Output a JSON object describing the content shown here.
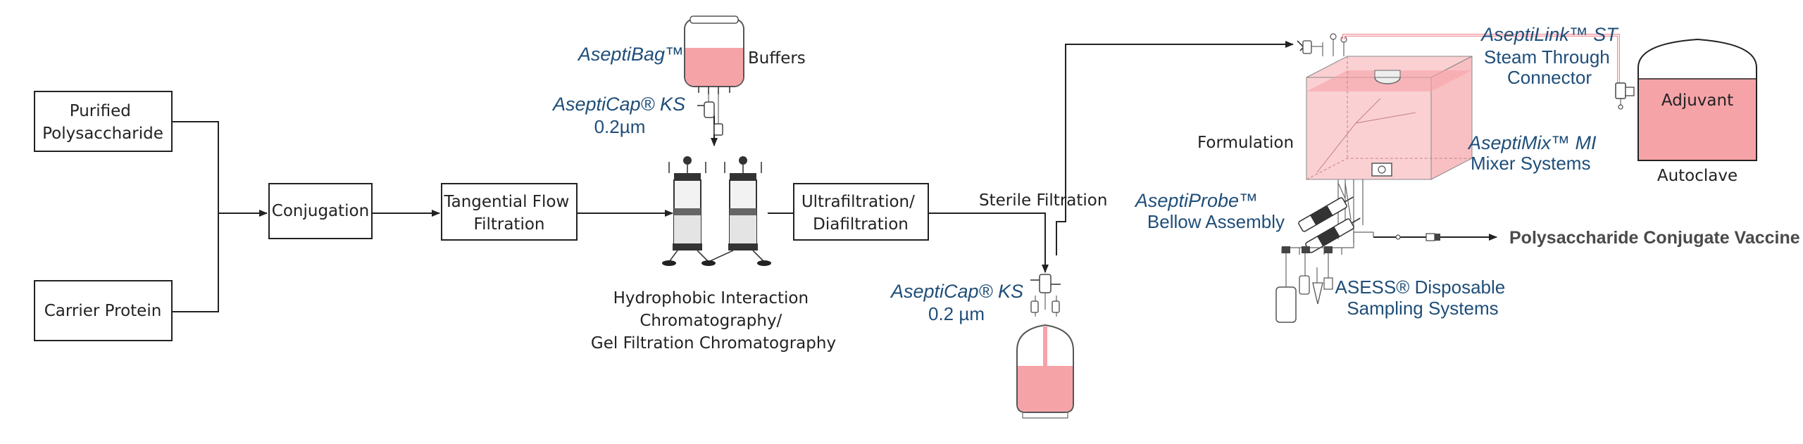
{
  "colors": {
    "brand_blue": "#1f4e79",
    "liquid_pink": "#f6a3a8",
    "liquid_light": "#fbd0d3",
    "tube_pink": "#ef8f97",
    "line": "#222222",
    "output_gray": "#4a4a4a"
  },
  "nodes": {
    "purified_polysaccharide": [
      "Purified",
      "Polysaccharide"
    ],
    "carrier_protein": "Carrier Protein",
    "conjugation": "Conjugation",
    "tff": [
      "Tangential Flow",
      "Filtration"
    ],
    "hic_gfc": [
      "Hydrophobic Interaction",
      "Chromatography/",
      "Gel Filtration Chromatography"
    ],
    "ufdf": [
      "Ultrafiltration/",
      "Diafiltration"
    ],
    "sterile_filtration": "Sterile Filtration",
    "buffers": "Buffers",
    "formulation": "Formulation",
    "adjuvant": "Adjuvant",
    "autoclave": "Autoclave",
    "output": "Polysaccharide Conjugate Vaccine"
  },
  "products": {
    "aseptibag": "AseptiBag™",
    "asepticap_top": [
      "AseptiCap® KS",
      "0.2µm"
    ],
    "asepticap_bottom": [
      "AseptiCap® KS",
      "0.2 µm"
    ],
    "aseptilink": [
      "AseptiLink™ ST",
      "Steam Through",
      "Connector"
    ],
    "aseptimix": [
      "AseptiMix™ MI",
      "Mixer Systems"
    ],
    "aseptiprobe": [
      "AseptiProbe™",
      "Bellow Assembly"
    ],
    "asess": [
      "ASESS® Disposable",
      "Sampling Systems"
    ]
  },
  "icons": [
    "bag-icon",
    "filter-capsule-icon",
    "chromatography-column-icon",
    "bottle-icon",
    "mixer-tank-icon",
    "probe-icon",
    "sampling-bottle-icon",
    "autoclave-vessel-icon",
    "steam-connector-icon"
  ]
}
